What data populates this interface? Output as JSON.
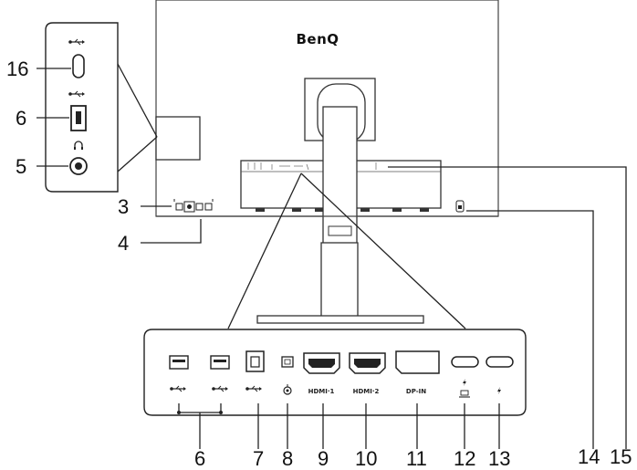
{
  "monitor": {
    "brand_logo": "BenQ"
  },
  "port_labels": {
    "hdmi1": "HDMI·1",
    "hdmi2": "HDMI·2",
    "dp_in": "DP-IN"
  },
  "callouts": {
    "c16": "16",
    "c6_side": "6",
    "c5": "5",
    "c3": "3",
    "c4": "4",
    "c6_bottom": "6",
    "c7": "7",
    "c8": "8",
    "c9": "9",
    "c10": "10",
    "c11": "11",
    "c12": "12",
    "c13": "13",
    "c14": "14",
    "c15": "15"
  },
  "icons": [
    "usb-icon",
    "headphone-icon",
    "lightning-icon",
    "laptop-icon",
    "power-icon",
    "lock-icon"
  ]
}
